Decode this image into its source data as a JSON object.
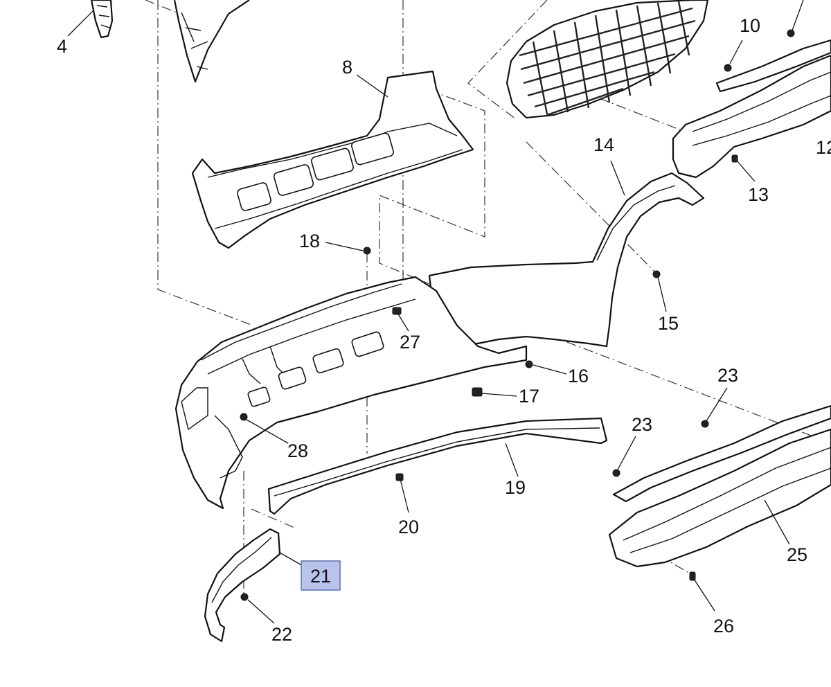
{
  "diagram": {
    "callouts": [
      {
        "id": "c4",
        "text": "4"
      },
      {
        "id": "c8",
        "text": "8"
      },
      {
        "id": "c10",
        "text": "10"
      },
      {
        "id": "c12",
        "text": "12"
      },
      {
        "id": "c13",
        "text": "13"
      },
      {
        "id": "c14",
        "text": "14"
      },
      {
        "id": "c15",
        "text": "15"
      },
      {
        "id": "c16",
        "text": "16"
      },
      {
        "id": "c17",
        "text": "17"
      },
      {
        "id": "c18",
        "text": "18"
      },
      {
        "id": "c19",
        "text": "19"
      },
      {
        "id": "c20",
        "text": "20"
      },
      {
        "id": "c21",
        "text": "21"
      },
      {
        "id": "c22",
        "text": "22"
      },
      {
        "id": "c23a",
        "text": "23"
      },
      {
        "id": "c23b",
        "text": "23"
      },
      {
        "id": "c25",
        "text": "25"
      },
      {
        "id": "c26",
        "text": "26"
      },
      {
        "id": "c27",
        "text": "27"
      },
      {
        "id": "c28",
        "text": "28"
      }
    ],
    "highlighted_callout": "21",
    "colors": {
      "highlight_fill": "#b9c4ec",
      "highlight_stroke": "#5a6fb5",
      "line": "#111111"
    }
  }
}
